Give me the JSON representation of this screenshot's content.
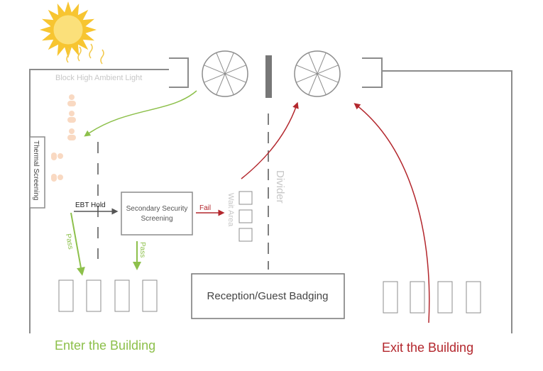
{
  "labels": {
    "block_light": "Block High Ambient Light",
    "thermal": "Thermal Screening",
    "ebt_hold": "EBT Hold",
    "secondary_line1": "Secondary Security",
    "secondary_line2": "Screening",
    "fail": "Fail",
    "wait_area": "Wait Area",
    "divider": "Divider",
    "pass_left": "Pass",
    "pass_right": "Pass",
    "reception": "Reception/Guest Badging",
    "enter": "Enter the Building",
    "exit": "Exit the Building"
  },
  "colors": {
    "green": "#8dc04b",
    "red": "#b3272d",
    "wall": "#8c8c8c",
    "light_text": "#c7c7c7",
    "dark_text": "#444444",
    "sun": "#f7c531",
    "person": "#f9d9c2"
  }
}
